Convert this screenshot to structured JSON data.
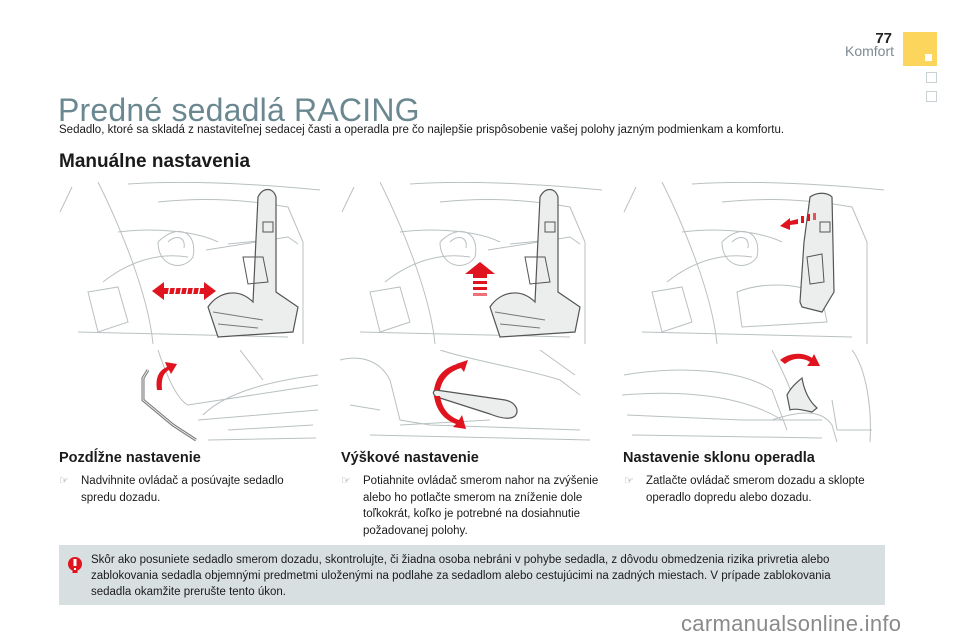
{
  "header": {
    "page_number": "77",
    "chapter": "Komfort",
    "tab_color": "#fcd55c"
  },
  "title": "Predné sedadlá RACING",
  "intro": "Sedadlo, ktoré sa skladá z nastaviteľnej sedacej časti a operadla pre čo najlepšie prispôsobenie vašej polohy jazným podmienkam a komfortu.",
  "section_title": "Manuálne nastavenia",
  "columns": [
    {
      "title": "Pozdĺžne nastavenie",
      "bullet_icon": "pointing-hand-icon",
      "text": "Nadvihnite ovládač a posúvajte sedadlo spredu dozadu.",
      "illustration": "seat-longitudinal-adjustment",
      "arrow_color": "#e0141e"
    },
    {
      "title": "Výškové nastavenie",
      "bullet_icon": "pointing-hand-icon",
      "text": "Potiahnite ovládač smerom nahor na zvýšenie alebo ho potlačte smerom na zníženie dole toľkokrát, koľko je potrebné na dosiahnutie požadovanej polohy.",
      "illustration": "seat-height-adjustment",
      "arrow_color": "#e0141e"
    },
    {
      "title": "Nastavenie sklonu operadla",
      "bullet_icon": "pointing-hand-icon",
      "text": "Zatlačte ovládač smerom dozadu a sklopte operadlo dopredu alebo dozadu.",
      "illustration": "seatback-recline-adjustment",
      "arrow_color": "#e0141e"
    }
  ],
  "warning": {
    "icon": "warning-exclamation-icon",
    "icon_color": "#e0141e",
    "background": "#d7dfe1",
    "text": "Skôr ako posuniete sedadlo smerom dozadu, skontrolujte, či žiadna osoba nebráni v pohybe sedadla, z dôvodu obmedzenia rizika privretia alebo zablokovania sedadla objemnými predmetmi uloženými na podlahe za sedadlom alebo cestujúcimi na zadných miestach. V prípade zablokovania sedadla okamžite prerušte tento úkon."
  },
  "watermark": "carmanualsonline.info"
}
